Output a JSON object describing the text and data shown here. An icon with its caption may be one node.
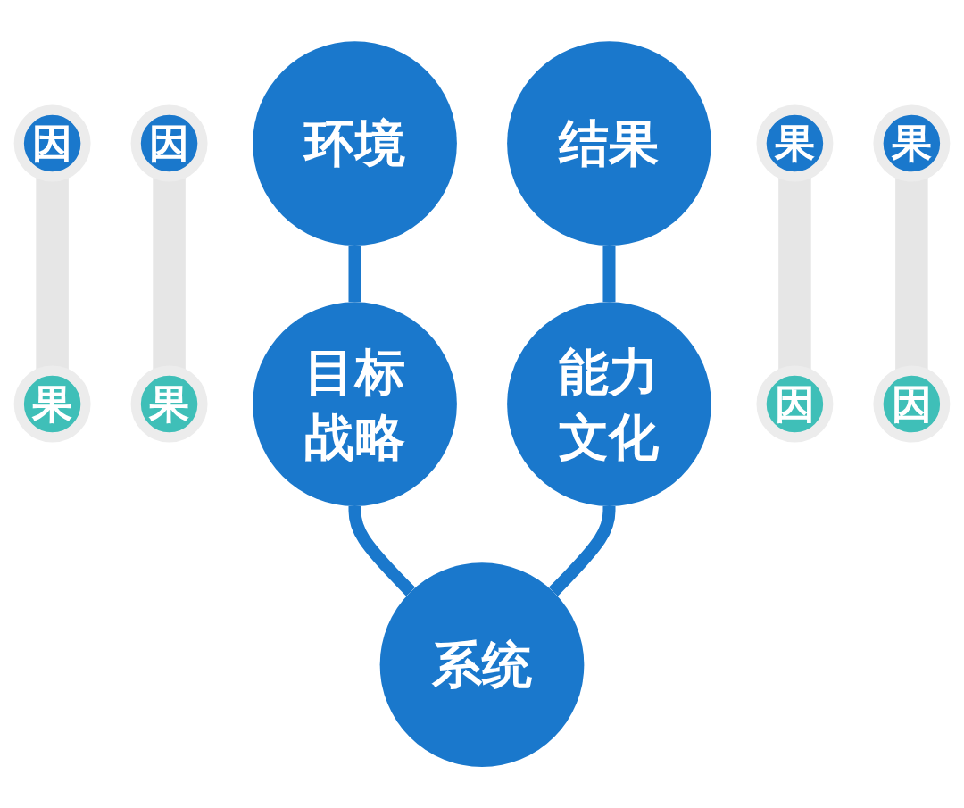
{
  "diagram": {
    "nodes": [
      {
        "text": [
          "环境"
        ]
      },
      {
        "text": [
          "目标战略"
        ]
      },
      {
        "text": [
          "系统"
        ]
      },
      {
        "text": [
          "能力文化"
        ]
      },
      {
        "text": [
          "结果"
        ]
      },
      {
        "text": [
          "因"
        ]
      },
      {
        "text": [
          "果"
        ]
      },
      {
        "text": [
          "因"
        ]
      },
      {
        "text": [
          "果"
        ]
      },
      {
        "text": [
          "果"
        ]
      },
      {
        "text": [
          "因"
        ]
      },
      {
        "text": [
          "果"
        ]
      },
      {
        "text": [
          "因"
        ]
      }
    ],
    "edges": [
      {
        "from": 0,
        "to": 1,
        "arrow": "none"
      },
      {
        "from": 1,
        "to": 2,
        "arrow": "none"
      },
      {
        "from": 3,
        "to": 2,
        "arrow": "none"
      },
      {
        "from": 4,
        "to": 3,
        "arrow": "none"
      },
      {
        "from": 5,
        "to": 6,
        "arrow": "none",
        "style": "thick",
        "color": "#e6e6e6"
      },
      {
        "from": 7,
        "to": 8,
        "arrow": "none",
        "style": "thick",
        "color": "#e6e6e6"
      },
      {
        "from": 9,
        "to": 10,
        "arrow": "none",
        "style": "thick",
        "color": "#e6e6e6"
      },
      {
        "from": 11,
        "to": 12,
        "arrow": "none",
        "style": "thick",
        "color": "#e6e6e6"
      }
    ]
  }
}
